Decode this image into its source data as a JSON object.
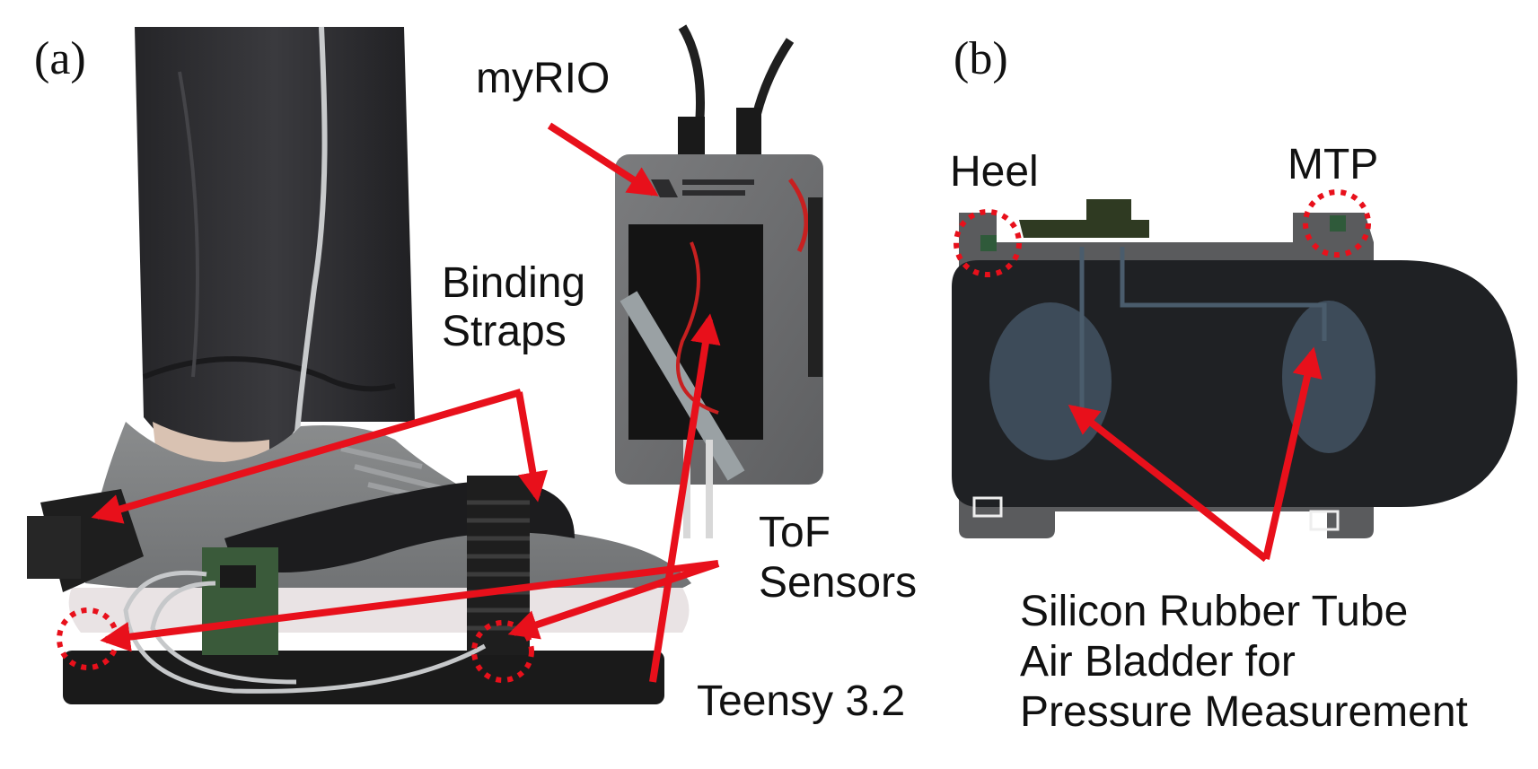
{
  "panel_a": {
    "letter": "(a)",
    "labels": {
      "myrio": "myRIO",
      "binding_straps": [
        "Binding",
        "Straps"
      ],
      "tof_sensors": [
        "ToF",
        "Sensors"
      ],
      "teensy": "Teensy 3.2"
    }
  },
  "panel_b": {
    "letter": "(b)",
    "labels": {
      "heel": "Heel",
      "mtp": "MTP",
      "air_bladder": [
        "Silicon Rubber Tube",
        "Air Bladder for",
        "Pressure Measurement"
      ]
    }
  },
  "colors": {
    "arrow_red": "#e8101b",
    "denim": "#2b2b2e",
    "shoe_mesh": "#7d7f80",
    "shoe_logo": "#1c1c1e",
    "sole": "#e9e3e4",
    "strap_black": "#1e1e1e",
    "myrio_case": "#6f7072",
    "insole_plate": "#5a5b5d",
    "bladder_dark": "#1f2124",
    "bladder_blue": "#3d4b59",
    "pcb_green": "#2f3a22"
  },
  "icons": {
    "myrio_logo": "ni-logo-icon"
  }
}
